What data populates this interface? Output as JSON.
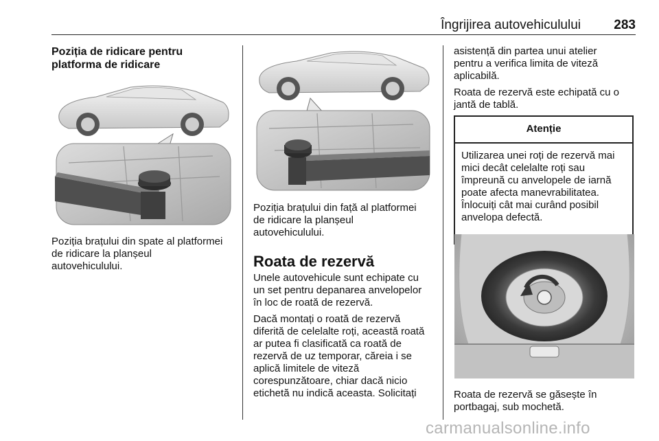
{
  "header": {
    "title": "Îngrijirea autovehiculului",
    "page_number": "283"
  },
  "col1": {
    "heading": [
      "Poziția de ridicare pentru",
      "platforma de ridicare"
    ],
    "caption": [
      "Poziția brațului din spate al platformei",
      "de ridicare la planșeul",
      "autovehiculului."
    ]
  },
  "col2": {
    "caption": [
      "Poziția brațului din față al platformei",
      "de ridicare la planșeul",
      "autovehiculului."
    ],
    "section_title": "Roata de rezervă",
    "para1": [
      "Unele autovehicule sunt echipate cu",
      "un set pentru depanarea anvelopelor",
      "în loc de roată de rezervă."
    ],
    "para2": [
      "Dacă montați o roată de rezervă",
      "diferită de celelalte roți, această roată",
      "ar putea fi clasificată ca roată de",
      "rezervă de uz temporar, căreia i se",
      "aplică limitele de viteză",
      "corespunzătoare, chiar dacă nicio",
      "etichetă nu indică aceasta. Solicitați"
    ]
  },
  "col3": {
    "para1": [
      "asistență din partea unui atelier",
      "pentru a verifica limita de viteză",
      "aplicabilă."
    ],
    "para2": [
      "Roata de rezervă este echipată cu o",
      "jantă de tablă."
    ],
    "warning": {
      "title": "Atenție",
      "lines": [
        "Utilizarea unei roți de rezervă mai",
        "mici decât celelalte roți sau",
        "împreună cu anvelopele de iarnă",
        "poate afecta manevrabilitatea.",
        "Înlocuiți cât mai curând posibil",
        "anvelopa defectă."
      ]
    },
    "caption": [
      "Roata de rezervă se găsește în",
      "portbagaj, sub mochetă."
    ]
  },
  "watermark": "carmanualsonline.info"
}
